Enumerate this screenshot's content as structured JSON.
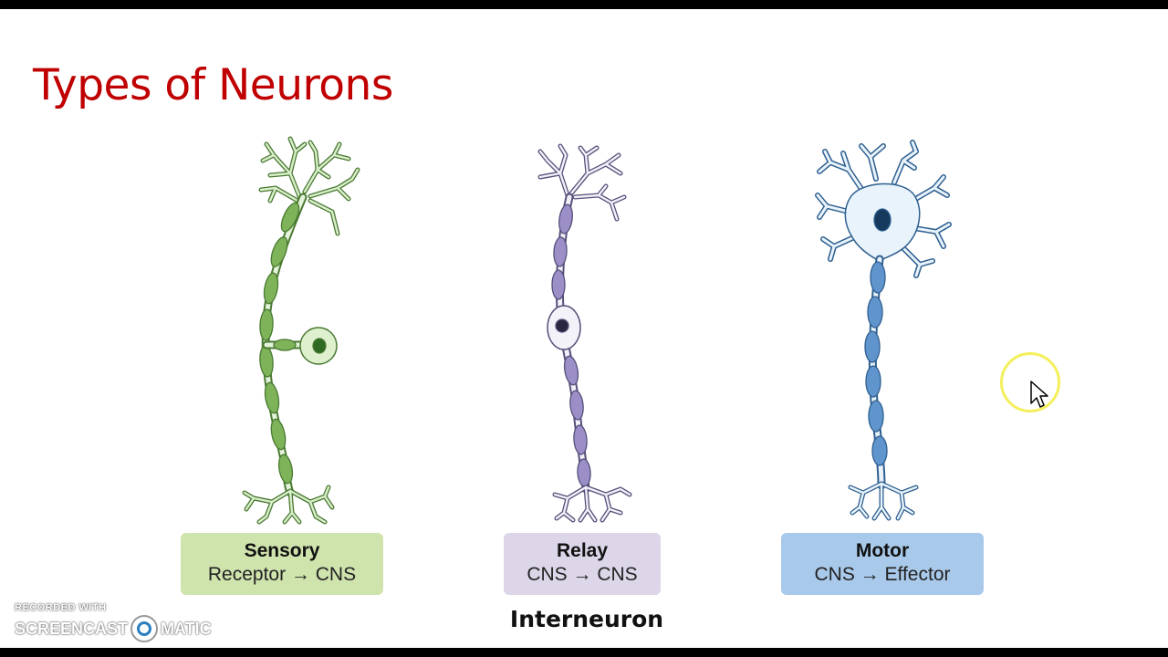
{
  "slide": {
    "title": "Types of Neurons"
  },
  "neurons": [
    {
      "id": "sensory",
      "name": "Sensory",
      "pathway": "Receptor → CNS",
      "color": "#6ea74b",
      "box_color": "#cfe3ad"
    },
    {
      "id": "relay",
      "name": "Relay",
      "pathway": "CNS → CNS",
      "color": "#8e82b8",
      "box_color": "#dcd6e8"
    },
    {
      "id": "motor",
      "name": "Motor",
      "pathway": "CNS → Effector",
      "color": "#4f86c2",
      "box_color": "#a9c9ea"
    }
  ],
  "relay_subcaption": "Interneuron",
  "watermark": {
    "line1": "RECORDED WITH",
    "line2_left": "SCREENCAST",
    "line2_right": "MATIC"
  },
  "colors": {
    "title": "#c00000",
    "cursor_highlight": "#f4ef5a"
  }
}
